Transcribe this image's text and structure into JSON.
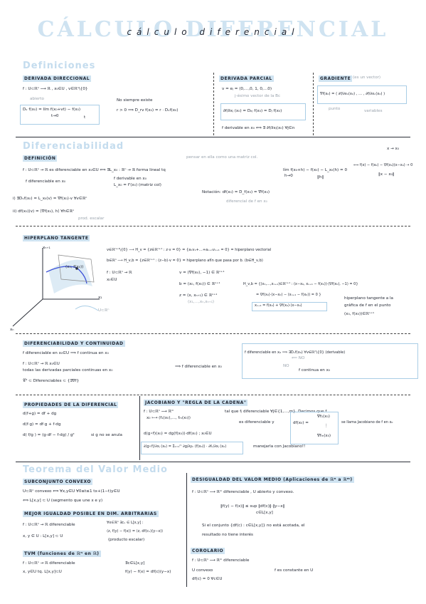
{
  "title": "CÁLCULO DIFERENCIAL",
  "title_ink": "cálculo diferencial",
  "sections": {
    "definiciones": "Definiciones",
    "diferenciabilidad": "Diferenciabilidad",
    "valor_medio": "Teorema del Valor Medio"
  },
  "derivada_direccional": {
    "header": "DERIVADA DIRECCIONAL",
    "line1": "f : U⊂ℝⁿ ⟶ ℝ ,  x₀∈U ,  v∈ℝⁿ\\{0}",
    "abierto": "abierto",
    "formula": "Dᵥ f(x₀) = lím  f(x₀+vt) − f(x₀)",
    "formula_lim": "t→0",
    "formula_den": "t",
    "no_siempre": "No siempre existe",
    "r_gt_0": "r > 0  ⟹  D_rv f(x₀) = r · Dᵥf(x₀)"
  },
  "derivada_parcial": {
    "header": "DERIVADA PARCIAL",
    "line1": "v = eⱼ = (0,…,0, 1, 0,…0)",
    "j_esimo": "j-ésimo vector de la Bc",
    "formula": "∂f/∂xⱼ (x₀) = Dₑⱼ f(x₀) = Dⱼ f(x₀)",
    "nota": "f derivable en x₀ ⟺ ∃ ∂f/∂xⱼ(x₀) ∀j∈n"
  },
  "gradiente": {
    "header": "GRADIENTE",
    "es_vector": "(es un vector)",
    "formula": "∇f(x₀) = ( ∂f/∂x₁(x₀) , … , ∂f/∂xₙ(x₀) )",
    "punto": "punto",
    "variables": "variables"
  },
  "definicion": {
    "header": "DEFINICIÓN",
    "pensar": "pensar en ella como una matriz col.",
    "line1": "f : U⊂ℝⁿ → ℝ  es diferenciable en x₀∈U ⟺ ∃L_x₀ : ℝⁿ → ℝ forma lineal tq",
    "lim": "lím  f(x₀+h) − f(x₀) − L_x₀(h)  = 0",
    "lim_sub": "h→0",
    "lim_den": "‖h‖",
    "alt": "⟺  f(x) − f(x₀) − ∇f(x₀)(x−x₀)  → 0",
    "alt_den": "‖x − x₀‖",
    "alt_top": "x → x₀",
    "f_dif": "f diferenciable en x₀",
    "derivable": "f derivable en x₀",
    "lx0": "L_x₀ = f'(x₀)  (matriz col)",
    "i": "i) ∃Dᵥf(x₀) = L_x₀(v) = ∇f(x₀)·v  ∀v∈ℝⁿ",
    "ii": "ii) df(x₀)(v) = ⟨∇f(x₀), h⟩   ∀h∈ℝⁿ",
    "prod_escalar": "prod. escalar",
    "notacion": "Notación:  df(x₀) = D_f(x₀) = ∇f(x₀)",
    "notacion_sub": "diferencial de f en x₀"
  },
  "hiperplano": {
    "header": "HIPERPLANO TANGENTE",
    "xn1": "xₙ₊₁",
    "x1": "x₁",
    "xn": "xₙ",
    "point": "(x₀, f(x₀))",
    "ucrn": "U⊂ℝⁿ",
    "l1": "v∈ℝⁿ⁺¹\\{0}  ⟶  H_v = {z∈ℝⁿ⁺¹ : z·v = 0} = {a₁v₁+…+aₙ₊₁vₙ₊₁ = 0} = hiperplano vectorial",
    "l2": "b∈ℝⁿ  ⟶  H_v,b = {z∈ℝⁿ⁺¹ : (z−b)·v = 0} = hiperplano afín que pasa por b.  (b∈H_v,b)",
    "l3a": "f : U⊂ℝⁿ → ℝ",
    "l3b": "x₀∈U",
    "l3c": "v = (∇f(x₀), −1) ∈ ℝⁿ⁺¹",
    "l4": "b = (x₀, f(x₀)) ∈ ℝⁿ⁺¹",
    "l5": "z = (x, xₙ₊₁) ∈ ℝⁿ⁺¹",
    "l5_sub": "(x₁,…,xₙ,xₙ₊₁)",
    "h1": "H_v,b = {(x₁,…,xₙ₊₁)∈ℝⁿ⁺¹ : (x−x₀, xₙ₊₁ − f(x₀))·(∇f(x₀), −1) = 0}",
    "h2": "= ∇f(x₀)·(x−x₀) − (xₙ₊₁ − f(x₀)) = 0 }",
    "result": "xₙ₊₁ = f(x₀) + ∇f(x₀)·(x−x₀)",
    "note1": "hiperplano tangente a la",
    "note2": "gráfica de f en el punto",
    "note3": "(x₀, f(x₀))∈ℝⁿ⁺¹"
  },
  "dif_continuidad": {
    "header": "DIFERENCIABILIDAD Y CONTINUIDAD",
    "l1": "f diferenciable en x₀∈U ⟹ f continua en x₀",
    "l2": "f : U⊂ℝⁿ → ℝ    x₀∈U",
    "l3": "todas las derivadas parciales continuas en x₀",
    "l3r": "⟹ f diferenciable en x₀",
    "l4": "𝒞¹  ⊂  Diferenciables  ⊂  {∃∇f}",
    "r1": "f diferenciable en x₀ ⟹ ∃Dᵥf(x₀) ∀v∈ℝⁿ\\{0} (derivable)",
    "r1_sub": "⟸ NO",
    "r2": "f continua en x₀",
    "r2_sub": "NO"
  },
  "propiedades": {
    "header": "PROPIEDADES DE LA DIFERENCIAL",
    "p1": "d(f+g) = df + dg",
    "p2": "d(f·g) = df·g + f·dg",
    "p3": "d( f/g ) = (g·df − f·dg) / g²",
    "p3_note": "si g no se anula"
  },
  "jacobiano": {
    "header": "JACOBIANO Y \"REGLA DE LA CADENA\"",
    "l1": "f : U⊂ℝⁿ ⟶ ℝᵐ",
    "l2": "x₀ ⟼ (f₁(x₀),…, fₘ(x₀))",
    "l1r": "tal que fⱼ diferenciable ∀j∈{1,…,m}. Decimos que f",
    "l2r": "es diferenciable y",
    "jac_label": "df(x₀) =",
    "row1": "∇f₁(x₀)",
    "row2": "⋮",
    "row3": "∇fₘ(x₀)",
    "jac_note": "se llama Jacobiano de f en x₀",
    "chain1": "d(g∘f)(x₀) = dg(f(x₀))·df(x₀) ;  x₀∈U",
    "chain2": "∂(g∘f)/∂xⱼ (x₀) = Σₖ₌₁ᵐ ∂g/∂yₖ (f(x₀)) · ∂fₖ/∂xⱼ (x₀)",
    "chain_note": "manejarla con Jacobiano!!"
  },
  "subconjunto": {
    "header": "SUBCONJUNTO CONVEXO",
    "l1": "U⊂ℝⁿ  convexo ⟺ ∀x,y∈U ∀0≤t≤1  tx+(1−t)y∈U",
    "l2": "⟺ L[x,y] ⊂ U  (segmento que une x e y)"
  },
  "mejor_igualdad": {
    "header": "MEJOR IGUALDAD POSIBLE EN DIM. ARBITRARIAS",
    "l1": "f : U⊂ℝⁿ → ℝ diferenciable",
    "l2": "x, y ∈ U : L[x,y] ⊂ U",
    "r1": "∀x∈ℝⁿ    ∃cₓ ∈ L[x,y] :",
    "r2": "⟨z, f(y) − f(x)⟩ = ⟨z, df(cₓ)(y−x)⟩",
    "r3": "(producto escalar)"
  },
  "tvm": {
    "header": "TVM (funciones de ℝⁿ en ℝ)",
    "l1": "f : U⊂ℝⁿ → ℝ  diferenciable",
    "l2": "x, y∈U  tq. L[x,y]⊂U",
    "r1": "∃c∈L[x,y]",
    "r2": "f(y) − f(x) = df(c)(y−x)"
  },
  "desigualdad": {
    "header": "DESIGUALDAD DEL VALOR MEDIO (Aplicaciones de ℝⁿ a ℝᵐ)",
    "l1": "f : U⊂ℝⁿ ⟶ ℝᵐ  diferenciable , U abierto y convexo.",
    "l2": "‖f(y) − f(x)‖ ≤ sup  ‖df(c)‖·‖y−x‖",
    "l2_sub": "c∈L[x,y]",
    "l3": "Si el conjunto {df(c) : c∈L[x,y]} no está acotada, el",
    "l4": "resultado no tiene interés"
  },
  "corolario": {
    "header": "COROLARIO",
    "l1": "f : U⊂ℝⁿ ⟶ ℝᵐ  diferenciable",
    "l2": "U convexo",
    "l3": "df(c) = 0   ∀c∈U",
    "r": "f es constante en U"
  }
}
